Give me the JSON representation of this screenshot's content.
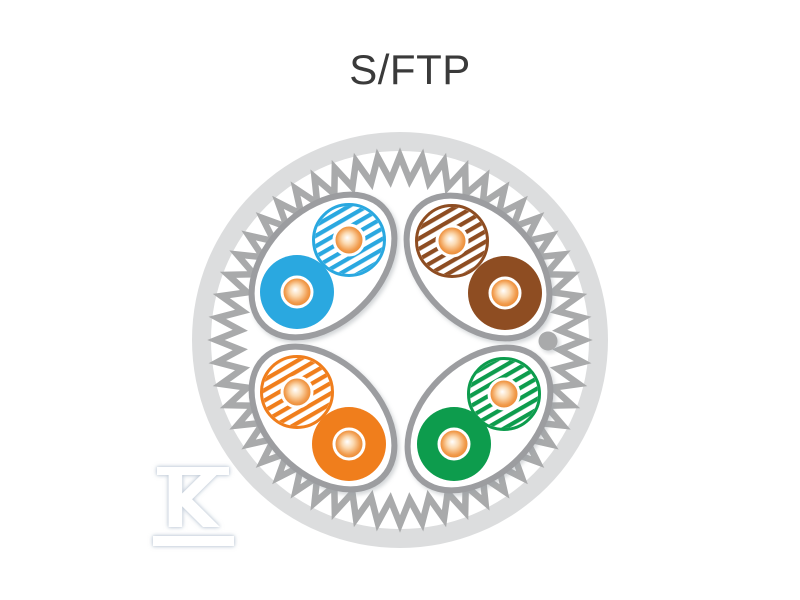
{
  "title": "S/FTP",
  "watermark": {
    "letter": "K"
  },
  "cable": {
    "label": "S/FTP",
    "elements": [
      "outer-jacket",
      "braided-shield",
      "four-screened-pairs",
      "rip-cord"
    ],
    "pairs": [
      {
        "position": "top-left",
        "color_name": "blue",
        "wires": [
          "white-blue striped",
          "solid blue"
        ]
      },
      {
        "position": "top-right",
        "color_name": "brown",
        "wires": [
          "white-brown striped",
          "solid brown"
        ]
      },
      {
        "position": "bottom-left",
        "color_name": "orange",
        "wires": [
          "white-orange striped",
          "solid orange"
        ]
      },
      {
        "position": "bottom-right",
        "color_name": "green",
        "wires": [
          "white-green striped",
          "solid green"
        ]
      }
    ]
  },
  "colors": {
    "jacket": "#dcddde",
    "braid": "#a9aaab",
    "screen": "#9c9da0",
    "rip_cord": "#a9aaab",
    "pair_blue": "#29a8e0",
    "pair_brown": "#8e4d20",
    "pair_orange": "#f07e1c",
    "pair_green": "#0a9c4d",
    "copper_center": "#ffffff",
    "copper_light": "#fbd9b0",
    "copper_mid": "#f19c4e",
    "copper_edge": "#e87f22",
    "title_text": "#3a3a3a"
  }
}
